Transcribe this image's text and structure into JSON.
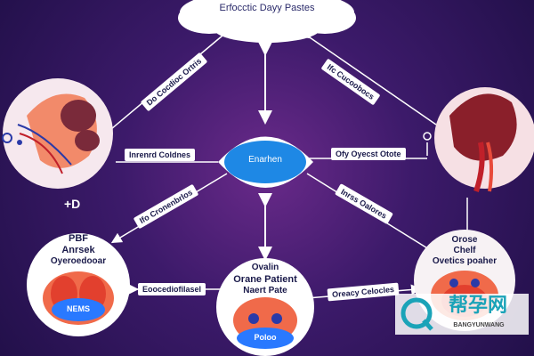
{
  "diagram": {
    "title": "Erfocctic Dayy Pastes",
    "center": "Enarhen",
    "left_top_arrow": "Do Cocdioc Ortris",
    "right_top_arrow": "Ifc Cucoobocs",
    "left_label": "Inrenrd Coldnes",
    "right_label": "Ofy Oyecst Otote",
    "lower_left_arrow": "Ifo Cronenbrlos",
    "lower_right_arrow": "Inrss Oalores",
    "bottom_left_arrow": "Eoocediofilasel",
    "bottom_right_arrow": "Oreacy Celocles",
    "left_side_mark": "+D",
    "node_bl_text": [
      "PBF",
      "Anrsek",
      "Oyeroedooar"
    ],
    "node_bl_badge": "NEMS",
    "node_bc_text": [
      "Ovalin",
      "Orane Patient",
      "Naert Pate"
    ],
    "node_bc_badge": "Poloo",
    "node_br_text": [
      "Orose",
      "Chelf",
      "Ovetics poaher"
    ],
    "watermark_main": "帮孕网",
    "watermark_sub": "BANGYUNWANG"
  },
  "colors": {
    "background": "#3c1a6a",
    "node_fill": "#ffffff",
    "center_fill": "#1e88e5",
    "organ": "#f06a4a",
    "badge": "#2979ff"
  }
}
